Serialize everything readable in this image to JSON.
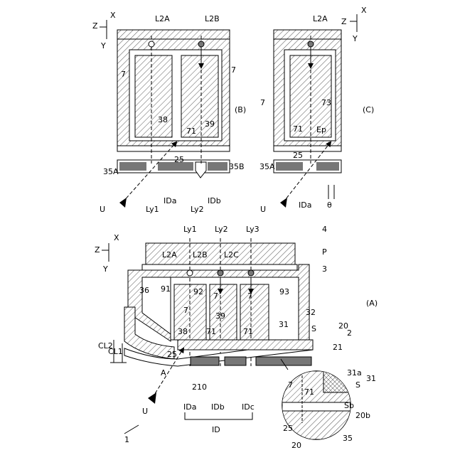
{
  "figure_number": "1",
  "panels": {
    "A": {
      "caption": "(A)"
    },
    "B": {
      "caption": "(B)"
    },
    "C": {
      "caption": "(C)"
    }
  },
  "axes": {
    "z": "Z",
    "x": "X",
    "y": "Y"
  },
  "labels_A": {
    "ref_4": "4",
    "ref_P": "P",
    "ref_3": "3",
    "ref_36": "36",
    "ref_91": "91",
    "ref_92": "92",
    "ref_93": "93",
    "ref_7a": "7",
    "ref_7b": "7",
    "ref_7c": "7",
    "ref_38": "38",
    "ref_39": "39",
    "ref_71a": "71",
    "ref_71b": "71",
    "ref_31": "31",
    "ref_32": "32",
    "ref_S": "S",
    "ref_20": "20",
    "ref_2": "2",
    "ref_21": "21",
    "ref_25": "25",
    "ref_A": "A",
    "ref_210": "210",
    "ref_CL1": "CL1",
    "ref_CL2": "CL2",
    "ref_U": "U",
    "ref_L2A": "L2A",
    "ref_L2B": "L2B",
    "ref_L2C": "L2C",
    "ref_Ly1": "Ly1",
    "ref_Ly2": "Ly2",
    "ref_Ly3": "Ly3",
    "ref_IDa": "IDa",
    "ref_IDb": "IDb",
    "ref_IDc": "IDc",
    "ref_ID": "ID"
  },
  "labels_detail": {
    "ref_7": "7",
    "ref_71": "71",
    "ref_31a": "31a",
    "ref_S": "S",
    "ref_31": "31",
    "ref_Sb": "Sb",
    "ref_20b": "20b",
    "ref_25": "25",
    "ref_20": "20",
    "ref_35": "35"
  },
  "labels_B": {
    "ref_L2A": "L2A",
    "ref_L2B": "L2B",
    "ref_7a": "7",
    "ref_7b": "7",
    "ref_38": "38",
    "ref_39": "39",
    "ref_71": "71",
    "ref_25": "25",
    "ref_35A": "35A",
    "ref_35B": "35B",
    "ref_U": "U",
    "ref_Ly1": "Ly1",
    "ref_IDa": "IDa",
    "ref_Ly2": "Ly2",
    "ref_IDb": "IDb"
  },
  "labels_C": {
    "ref_L2A": "L2A",
    "ref_7": "7",
    "ref_73": "73",
    "ref_71": "71",
    "ref_Ep": "Ep",
    "ref_25": "25",
    "ref_35A": "35A",
    "ref_U": "U",
    "ref_IDa": "IDa",
    "ref_theta": "θ"
  }
}
